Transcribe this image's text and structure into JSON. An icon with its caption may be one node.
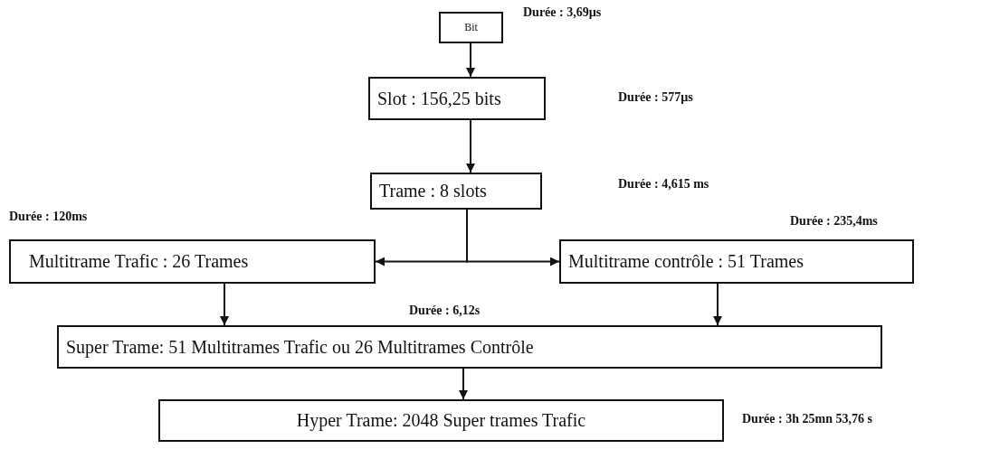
{
  "diagram": {
    "nodes": [
      {
        "text": [
          "Bit"
        ],
        "beside": [
          "Durée : 3,69µs"
        ]
      },
      {
        "text": [
          "Slot : 156,25 bits"
        ]
      },
      {
        "text": [
          "Trame : 8 slots"
        ]
      },
      {
        "text": [
          "Multitrame Trafic : 26 Trames"
        ],
        "beside": [
          "Durée : 120ms"
        ]
      },
      {
        "text": [
          "Multitrame contrôle : 51 Trames"
        ],
        "beside": [
          "Durée : 235,4ms"
        ]
      },
      {
        "text": [
          "Super Trame: 51 Multitrames Trafic ou 26 Multitrames Contrôle"
        ],
        "beside": [
          "Durée : 6,12s"
        ]
      },
      {
        "text": [
          "Hyper Trame: 2048 Super trames Trafic"
        ],
        "beside": [
          "Durée : 3h 25mn 53,76 s"
        ]
      }
    ],
    "edges": [
      {
        "from": 0,
        "to": 1,
        "arrow": "to"
      },
      {
        "from": 1,
        "to": 2,
        "arrow": "to"
      },
      {
        "from": 2,
        "to": 3,
        "arrow": "to"
      },
      {
        "from": 2,
        "to": 4,
        "arrow": "to"
      },
      {
        "from": 3,
        "to": 5,
        "arrow": "to"
      },
      {
        "from": 4,
        "to": 5,
        "arrow": "to"
      },
      {
        "from": 5,
        "to": 6,
        "arrow": "to"
      }
    ],
    "labels": [
      "Durée : 577µs",
      "Durée : 4,615 ms"
    ]
  }
}
